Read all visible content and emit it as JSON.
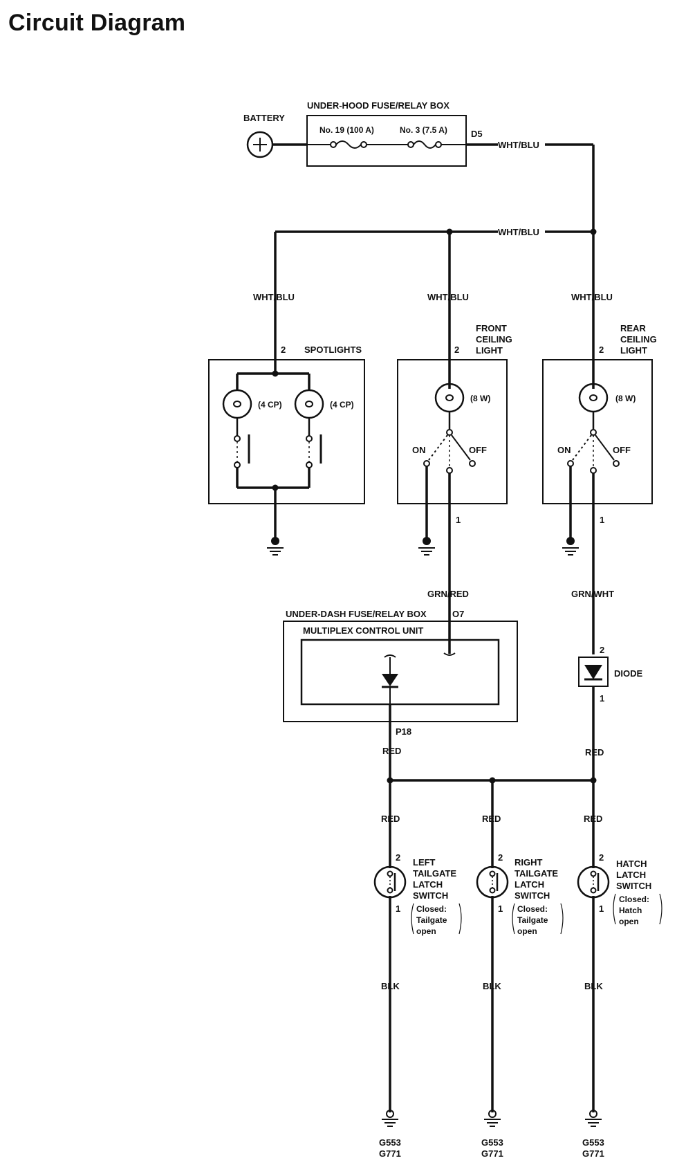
{
  "title": "Circuit Diagram",
  "labels": {
    "battery": "BATTERY",
    "under_hood_box": "UNDER-HOOD FUSE/RELAY BOX",
    "fuse_19": "No. 19 (100 A)",
    "fuse_3": "No. 3 (7.5 A)",
    "terminal_d5": "D5",
    "wire_top": "WHT/BLU",
    "wire_bus": "WHT/BLU",
    "wire_spot": "WHT/BLU",
    "wire_front": "WHT/BLU",
    "wire_rear": "WHT/BLU",
    "spotlights": "SPOTLIGHTS",
    "spot_pin": "2",
    "spot_bulb_1": "(4 CP)",
    "spot_bulb_2": "(4 CP)",
    "front_light_1": "FRONT",
    "front_light_2": "CEILING",
    "front_light_3": "LIGHT",
    "front_pin_top": "2",
    "front_bulb": "(8 W)",
    "front_on": "ON",
    "front_off": "OFF",
    "front_pin_bot": "1",
    "rear_light_1": "REAR",
    "rear_light_2": "CEILING",
    "rear_light_3": "LIGHT",
    "rear_pin_top": "2",
    "rear_bulb": "(8 W)",
    "rear_on": "ON",
    "rear_off": "OFF",
    "rear_pin_bot": "1",
    "wire_grn_red": "GRN/RED",
    "wire_grn_wht": "GRN/WHT",
    "under_dash_box": "UNDER-DASH FUSE/RELAY BOX",
    "terminal_o7": "O7",
    "mcu": "MULTIPLEX CONTROL UNIT",
    "terminal_p18": "P18",
    "diode": "DIODE",
    "diode_pin_top": "2",
    "diode_pin_bot": "1",
    "wire_red_left": "RED",
    "wire_red_right": "RED",
    "wire_red_sw1": "RED",
    "wire_red_sw2": "RED",
    "wire_red_sw3": "RED",
    "sw1_pin_top": "2",
    "sw1_pin_bot": "1",
    "sw1_l1": "LEFT",
    "sw1_l2": "TAILGATE",
    "sw1_l3": "LATCH",
    "sw1_l4": "SWITCH",
    "sw1_n1": "Closed:",
    "sw1_n2": "Tailgate",
    "sw1_n3": "open",
    "sw2_pin_top": "2",
    "sw2_pin_bot": "1",
    "sw2_l1": "RIGHT",
    "sw2_l2": "TAILGATE",
    "sw2_l3": "LATCH",
    "sw2_l4": "SWITCH",
    "sw2_n1": "Closed:",
    "sw2_n2": "Tailgate",
    "sw2_n3": "open",
    "sw3_pin_top": "2",
    "sw3_pin_bot": "1",
    "sw3_l1": "HATCH",
    "sw3_l2": "LATCH",
    "sw3_l3": "SWITCH",
    "sw3_n1": "Closed:",
    "sw3_n2": "Hatch",
    "sw3_n3": "open",
    "wire_blk_1": "BLK",
    "wire_blk_2": "BLK",
    "wire_blk_3": "BLK",
    "gnd1_a": "G553",
    "gnd1_b": "G771",
    "gnd2_a": "G553",
    "gnd2_b": "G771",
    "gnd3_a": "G553",
    "gnd3_b": "G771"
  }
}
